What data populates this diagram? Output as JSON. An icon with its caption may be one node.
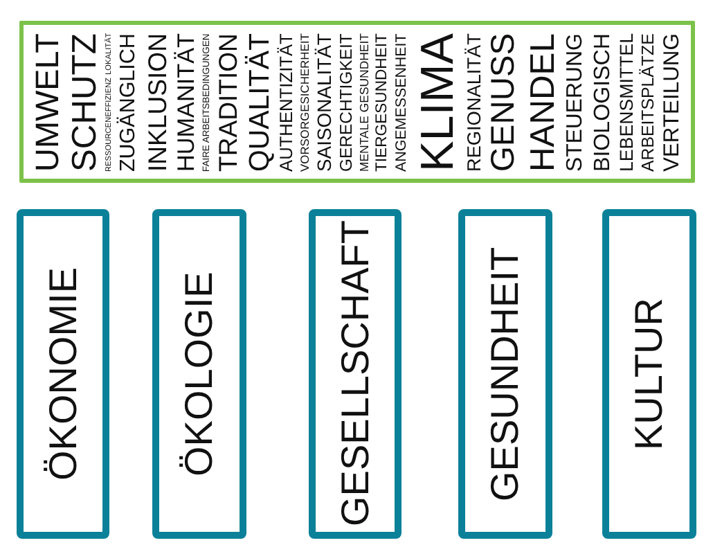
{
  "diagram": {
    "nodes": [
      {
        "text": [
          "UMWELT",
          "SCHUTZ",
          "RESSOURCENEFFIZIENZ",
          "LOKALITÄT",
          "ZUGÄNGLICH",
          "INKLUSION",
          "HUMANITÄT",
          "FAIRE ARBEITSBEDINGUNGEN",
          "TRADITION",
          "QUALITÄT",
          "AUTHENTIZITÄT",
          "VORSORGESICHERHEIT",
          "SAISONALITÄT",
          "GERECHTIGKEIT",
          "MENTALE GESUNDHEIT",
          "TIERGESUNDHEIT",
          "ANGEMESSENHEIT",
          "KLIMA",
          "REGIONALITÄT",
          "GENUSS",
          "HANDEL",
          "STEUERUNG",
          "BIOLOGISCH",
          "LEBENSMITTEL",
          "ARBEITSPLÄTZE",
          "VERTEILUNG"
        ]
      },
      {
        "text": [
          "ÖKONOMIE"
        ]
      },
      {
        "text": [
          "ÖKOLOGIE"
        ]
      },
      {
        "text": [
          "GESELLSCHAFT"
        ]
      },
      {
        "text": [
          "GESUNDHEIT"
        ]
      },
      {
        "text": [
          "KULTUR"
        ]
      }
    ]
  }
}
